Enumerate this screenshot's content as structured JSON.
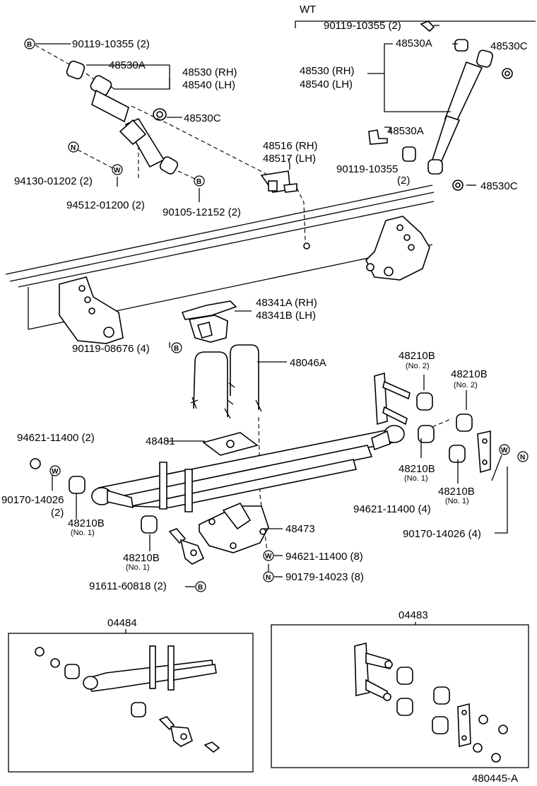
{
  "header": {
    "variant": "WT"
  },
  "labels": {
    "l1": "90119-10355 (2)",
    "l2": "48530A",
    "l3": "48530 (RH)",
    "l4": "48540 (LH)",
    "l5": "48530C",
    "l6": "94130-01202 (2)",
    "l7": "94512-01200 (2)",
    "l8": "90105-12152 (2)",
    "l9": "48516 (RH)",
    "l10": "48517 (LH)",
    "w1": "90119-10355 (2)",
    "w2": "48530A",
    "w3": "48530C",
    "w4": "48530 (RH)",
    "w5": "48540 (LH)",
    "w6": "48530A",
    "w7": "90119-10355",
    "w8": "(2)",
    "w9": "48530C",
    "m1": "48341A (RH)",
    "m2": "48341B (LH)",
    "m3": "90119-08676 (4)",
    "m4": "48046A",
    "r1": "48210B",
    "r1s": "(No. 2)",
    "r2": "48210B",
    "r2s": "(No. 2)",
    "r3": "48210B",
    "r3s": "(No. 1)",
    "r4": "48210B",
    "r4s": "(No. 1)",
    "r5": "94621-11400 (4)",
    "r6": "90170-14026 (4)",
    "f1": "94621-11400 (2)",
    "f2": "48481",
    "f3": "90170-14026",
    "f4": "(2)",
    "f5": "48210B",
    "f5s": "(No. 1)",
    "f6": "48210B",
    "f6s": "(No. 1)",
    "f7": "91611-60818 (2)",
    "f8": "48473",
    "f9": "94621-11400 (8)",
    "f10": "90179-14023 (8)"
  },
  "kits": [
    {
      "number": "04484"
    },
    {
      "number": "04483"
    }
  ],
  "markers": {
    "B": "B",
    "N": "N",
    "W": "W"
  },
  "footer": {
    "figure_code": "480445-A"
  }
}
